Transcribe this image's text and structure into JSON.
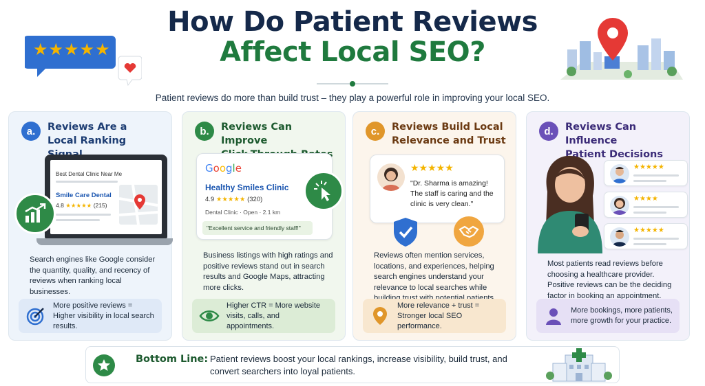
{
  "header": {
    "title_line1": "How Do Patient Reviews",
    "title_line2": "Affect Local SEO?",
    "subtitle": "Patient reviews do more than build trust – they play a powerful role in improving your local SEO.",
    "rating_stars": "★★★★★"
  },
  "colors": {
    "navy": "#15294a",
    "green": "#1f7a3e",
    "blue": "#2f6fd0",
    "orange": "#e0962a",
    "purple": "#6a50b8",
    "star": "#f4b400"
  },
  "cards": [
    {
      "badge": "a.",
      "title_line1": "Reviews Are a",
      "title_line2": "Local Ranking Signal",
      "mock": {
        "search_query": "Best Dental Clinic Near Me",
        "business_name": "Smile Care Dental",
        "rating": "4.8",
        "stars": "★★★★★",
        "count": "(215)"
      },
      "body": "Search engines like Google consider the quantity, quality, and recency of reviews when ranking local businesses.",
      "tip": "More positive reviews = Higher visibility in local search results.",
      "tip_icon": "target-icon"
    },
    {
      "badge": "b.",
      "title_line1": "Reviews Can Improve",
      "title_line2": "Click-Through Rates",
      "mock": {
        "brand": "Google",
        "business_name": "Healthy Smiles Clinic",
        "rating": "4.9",
        "stars": "★★★★★",
        "count": "(320)",
        "category": "Dental Clinic",
        "status": "Open",
        "distance": "2.1 km",
        "quote": "\"Excellent service and friendly staff!\""
      },
      "body": "Business listings with high ratings and positive reviews stand out in search results and Google Maps, attracting more clicks.",
      "tip": "Higher CTR = More website visits, calls, and appointments.",
      "tip_icon": "eye-icon"
    },
    {
      "badge": "c.",
      "title_line1": "Reviews Build Local",
      "title_line2": "Relevance and Trust",
      "mock": {
        "stars": "★★★★★",
        "quote": "\"Dr. Sharma is amazing! The staff is caring and the clinic is very clean.\""
      },
      "body": "Reviews often mention services, locations, and experiences, helping search engines understand your relevance to local searches while building trust with potential patients.",
      "tip": "More relevance + trust = Stronger local SEO performance.",
      "tip_icon": "location-pin-icon"
    },
    {
      "badge": "d.",
      "title_line1": "Reviews Can Influence",
      "title_line2": "Patient Decisions",
      "mock": {
        "review_stars": [
          "★★★★★",
          "★★★★",
          "★★★★★"
        ]
      },
      "body": "Most patients read reviews before choosing a healthcare provider. Positive reviews can be the deciding factor in booking an appointment.",
      "tip": "More bookings, more patients, more growth for your practice.",
      "tip_icon": "user-icon"
    }
  ],
  "bottom": {
    "label": "Bottom Line:",
    "text": "Patient reviews boost your local rankings, increase visibility, build trust, and convert searchers into loyal patients."
  }
}
